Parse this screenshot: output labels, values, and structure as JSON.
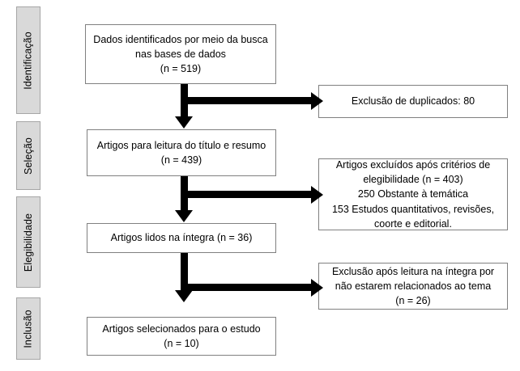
{
  "diagram": {
    "type": "prisma-flow-diagram",
    "language": "pt-BR",
    "colors": {
      "stage_label_fill": "#d9d9d9",
      "stage_label_border": "#a6a6a6",
      "box_fill": "#ffffff",
      "box_border": "#808080",
      "arrow": "#000000",
      "text": "#000000",
      "background": "#ffffff"
    },
    "stage_labels": [
      {
        "id": "identificacao",
        "label": "Identificação"
      },
      {
        "id": "selecao",
        "label": "Seleção"
      },
      {
        "id": "elegibilidade",
        "label": "Elegibilidade"
      },
      {
        "id": "inclusao",
        "label": "Inclusão"
      }
    ],
    "main_boxes": [
      {
        "id": "identified",
        "text": "Dados identificados por meio da busca nas bases de dados\n(n = 519)",
        "n": 519
      },
      {
        "id": "title-abstract-screening",
        "text": "Artigos para leitura do título e resumo (n = 439)",
        "n": 439
      },
      {
        "id": "full-text-read",
        "text": "Artigos lidos na íntegra (n = 36)",
        "n": 36
      },
      {
        "id": "included",
        "text": "Artigos selecionados para o estudo\n(n = 10)",
        "n": 10
      }
    ],
    "exclusion_boxes": [
      {
        "id": "duplicates-removed",
        "text": "Exclusão de duplicados: 80",
        "n": 80
      },
      {
        "id": "eligibility-excluded",
        "text": "Artigos excluídos após critérios de elegibilidade (n = 403)\n250 Obstante à temática\n153 Estudos quantitativos, revisões, coorte e editorial.",
        "n": 403
      },
      {
        "id": "fulltext-excluded",
        "text": "Exclusão após leitura na íntegra por não estarem relacionados ao tema\n(n = 26)",
        "n": 26
      }
    ]
  }
}
